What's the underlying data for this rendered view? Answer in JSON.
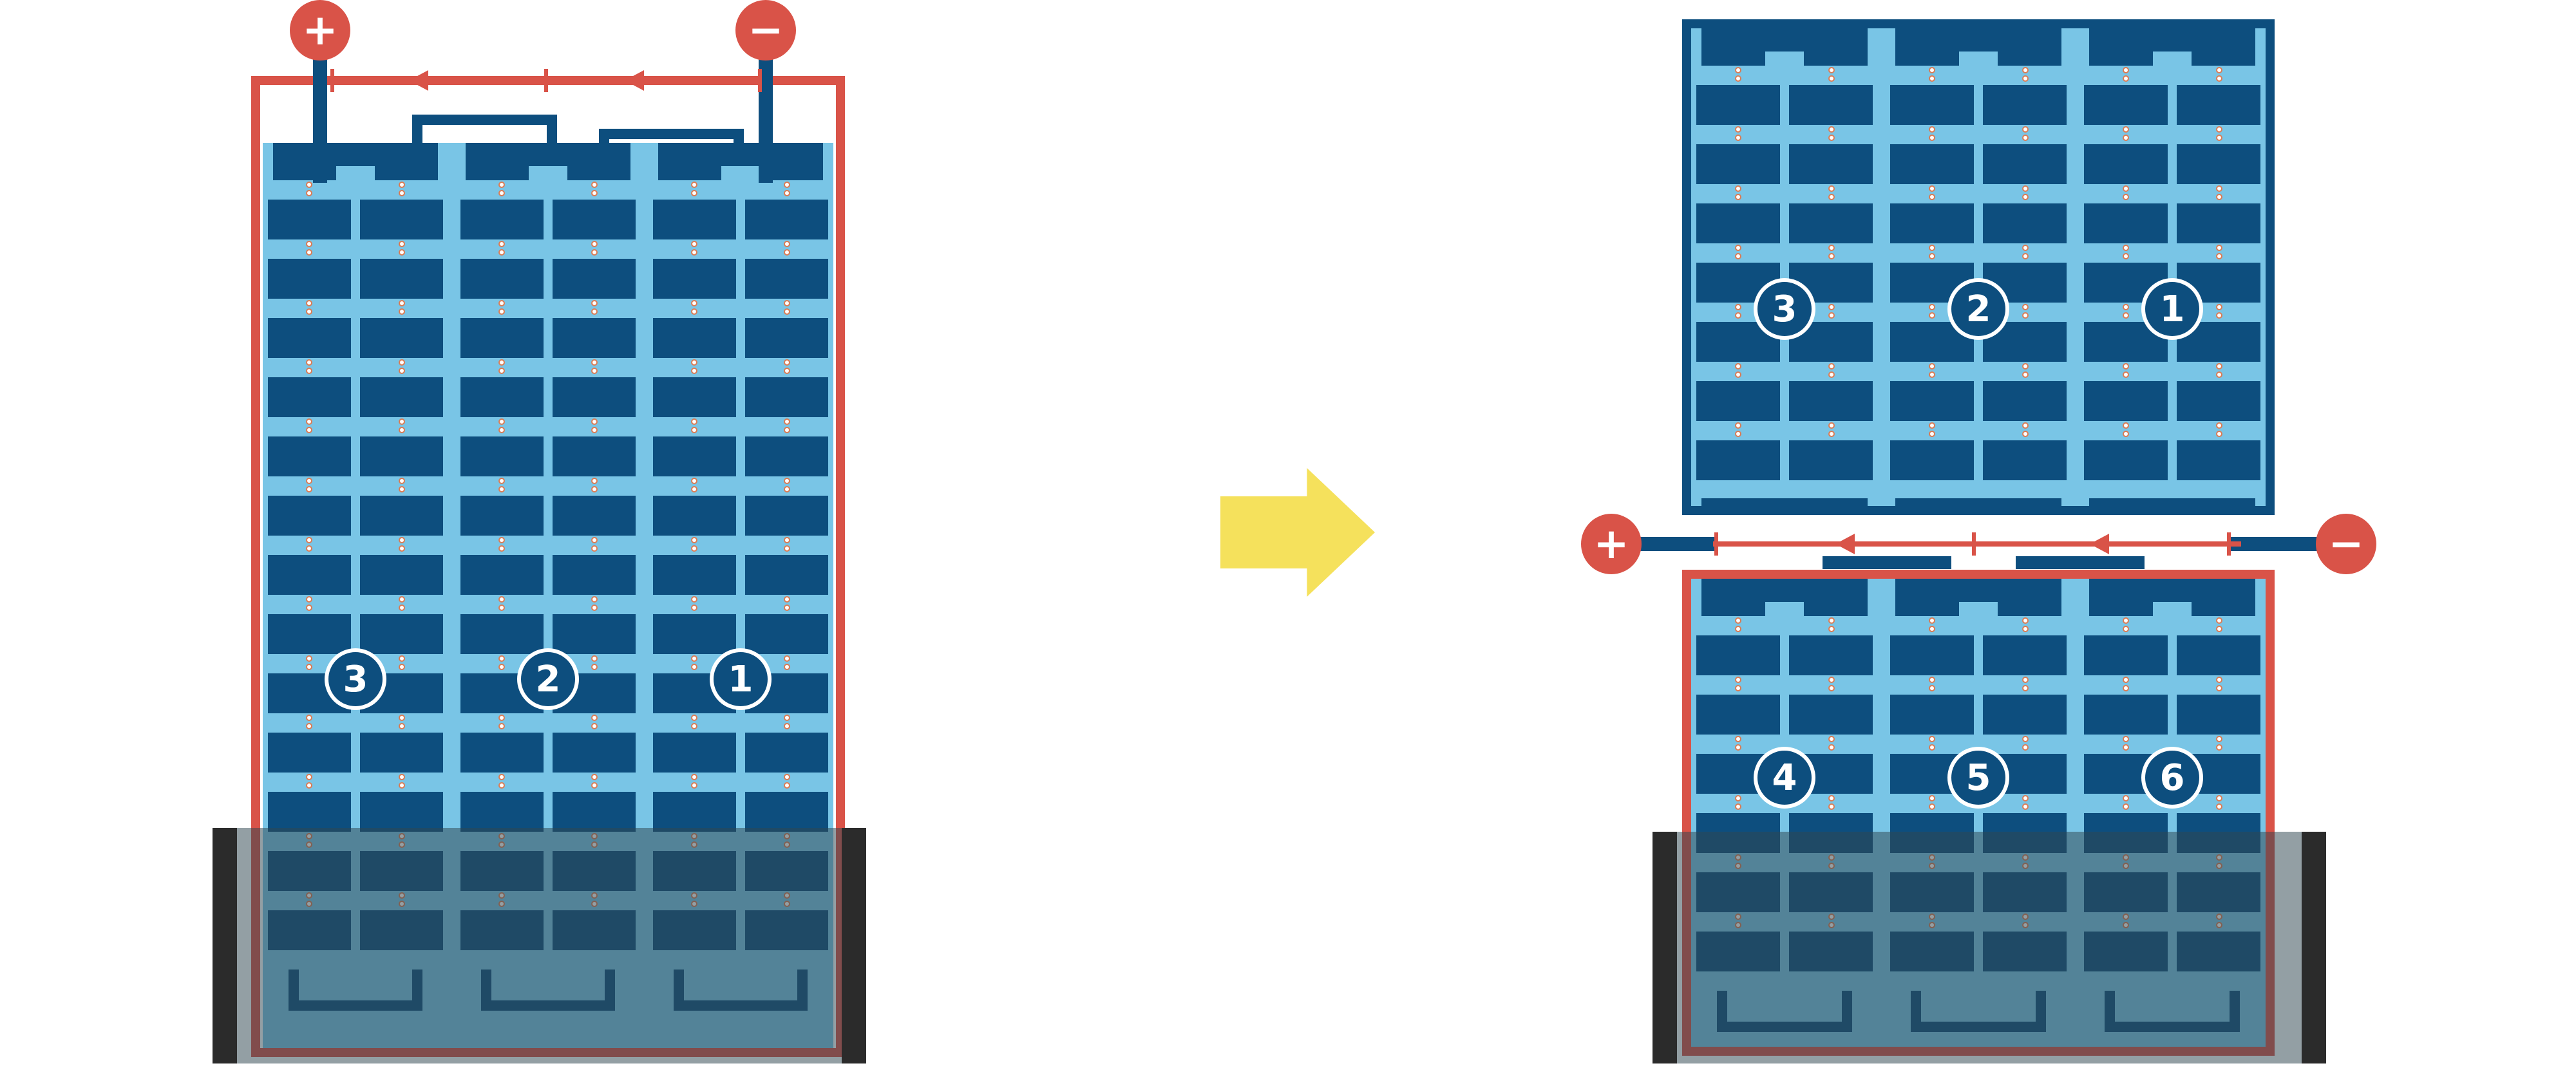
{
  "left_module": {
    "plus": "+",
    "minus": "−",
    "strings": [
      "3",
      "2",
      "1"
    ]
  },
  "right_modules": {
    "plus": "+",
    "minus": "−",
    "top": {
      "strings": [
        "3",
        "2",
        "1"
      ]
    },
    "bottom": {
      "strings": [
        "4",
        "5",
        "6"
      ]
    }
  },
  "colors": {
    "red": "#D95348",
    "navy": "#0D4E7E",
    "light_blue": "#79C5E6",
    "yellow": "#F5E15C",
    "water_overlay": "rgba(47,70,80,0.52)",
    "clamp_black": "#2B2B2B",
    "solder_dot": "#DB7C55"
  }
}
